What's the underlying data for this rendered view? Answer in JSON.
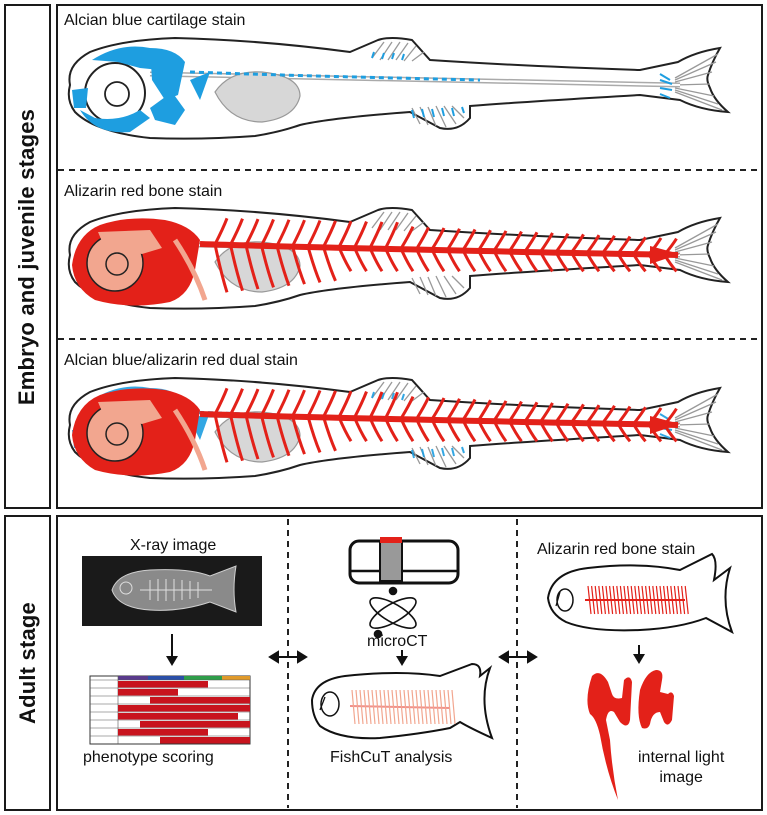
{
  "sections": {
    "top_label": "Embryo and juvenile stages",
    "bottom_label": "Adult stage"
  },
  "panels": {
    "alcian": "Alcian blue cartilage stain",
    "alizarin": "Alizarin red bone stain",
    "dual": "Alcian blue/alizarin red dual stain"
  },
  "adult": {
    "xray": "X-ray image",
    "phenotype": "phenotype scoring",
    "microct": "microCT",
    "fishcut": "FishCuT analysis",
    "alizarin_adult": "Alizarin red bone stain",
    "internal": "internal light\nimage"
  },
  "colors": {
    "blue": "#1e9ee0",
    "red": "#e32119",
    "pink": "#f2a68f",
    "grey": "#d7d7d7"
  },
  "phenotype_bars": {
    "header_colors": [
      "#5a3a8c",
      "#2a4fa8",
      "#2e9e4a",
      "#e09a2a"
    ]
  }
}
